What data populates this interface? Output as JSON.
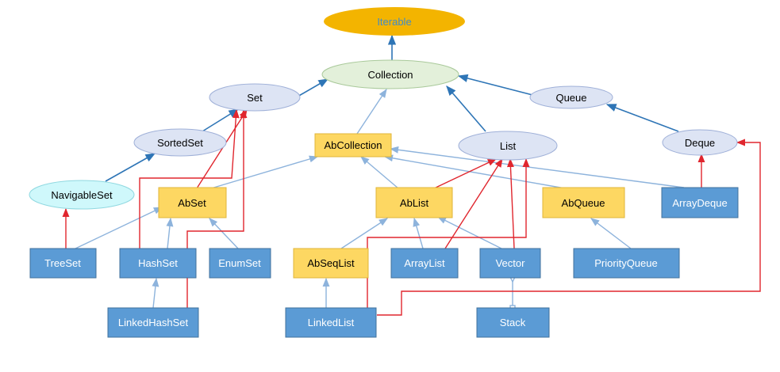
{
  "colors": {
    "interface_fill": "#dde4f4",
    "interface_stroke": "#9fb0d8",
    "collection_fill": "#e3f0da",
    "collection_stroke": "#a9c99a",
    "iterable_fill": "#f3b400",
    "iterable_text": "#3f8cc9",
    "navigable_fill": "#cff8fb",
    "navigable_stroke": "#8fd8e0",
    "abstract_fill": "#fdd762",
    "abstract_stroke": "#e0b63a",
    "concrete_fill": "#5b9bd5",
    "concrete_stroke": "#41719c",
    "edge_blue": "#2e75b6",
    "edge_light": "#8db3dc",
    "edge_red": "#e0262e"
  },
  "nodes": {
    "iterable": {
      "label": "Iterable"
    },
    "collection": {
      "label": "Collection"
    },
    "set": {
      "label": "Set"
    },
    "queue": {
      "label": "Queue"
    },
    "sortedset": {
      "label": "SortedSet"
    },
    "list": {
      "label": "List"
    },
    "deque": {
      "label": "Deque"
    },
    "navigableset": {
      "label": "NavigableSet"
    },
    "abcollection": {
      "label": "AbCollection"
    },
    "abset": {
      "label": "AbSet"
    },
    "ablist": {
      "label": "AbList"
    },
    "abqueue": {
      "label": "AbQueue"
    },
    "arraydeque": {
      "label": "ArrayDeque"
    },
    "treeset": {
      "label": "TreeSet"
    },
    "hashset": {
      "label": "HashSet"
    },
    "enumset": {
      "label": "EnumSet"
    },
    "abseqlist": {
      "label": "AbSeqList"
    },
    "arraylist": {
      "label": "ArrayList"
    },
    "vector": {
      "label": "Vector"
    },
    "priorityqueue": {
      "label": "PriorityQueue"
    },
    "linkedhashset": {
      "label": "LinkedHashSet"
    },
    "linkedlist": {
      "label": "LinkedList"
    },
    "stack": {
      "label": "Stack"
    }
  }
}
